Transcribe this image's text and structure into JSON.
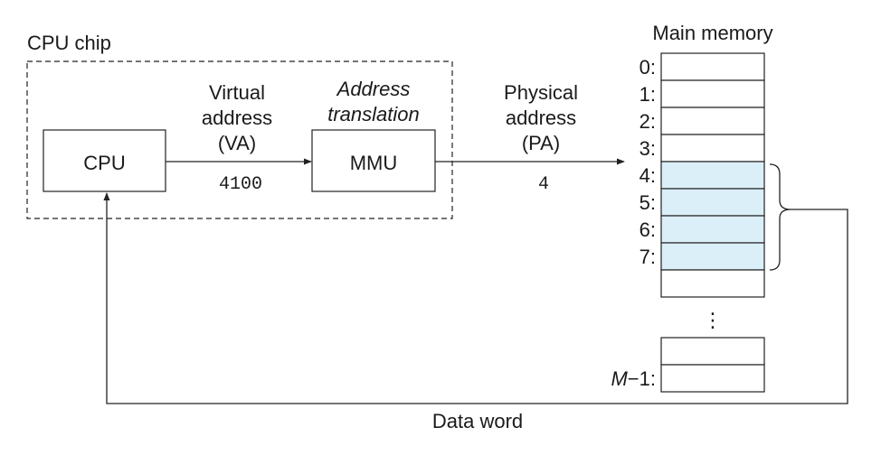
{
  "cpu_chip": {
    "title": "CPU chip"
  },
  "cpu": {
    "label": "CPU"
  },
  "mmu": {
    "label": "MMU"
  },
  "virtual_address": {
    "lines": [
      "Virtual",
      "address",
      "(VA)"
    ],
    "value": "4100"
  },
  "address_translation": {
    "lines": [
      "Address",
      "translation"
    ]
  },
  "physical_address": {
    "lines": [
      "Physical",
      "address",
      "(PA)"
    ],
    "value": "4"
  },
  "main_memory": {
    "title": "Main memory",
    "cells": [
      {
        "label": "0:",
        "highlighted": false
      },
      {
        "label": "1:",
        "highlighted": false
      },
      {
        "label": "2:",
        "highlighted": false
      },
      {
        "label": "3:",
        "highlighted": false
      },
      {
        "label": "4:",
        "highlighted": true
      },
      {
        "label": "5:",
        "highlighted": true
      },
      {
        "label": "6:",
        "highlighted": true
      },
      {
        "label": "7:",
        "highlighted": true
      },
      {
        "label": "",
        "highlighted": false
      }
    ],
    "ellipsis": "⋮",
    "last_cells": [
      {
        "label": "",
        "highlighted": false
      },
      {
        "label": "M",
        "suffix": "−1:",
        "highlighted": false
      }
    ],
    "highlight_color": "#dbeff8"
  },
  "data_word": {
    "label": "Data word"
  }
}
